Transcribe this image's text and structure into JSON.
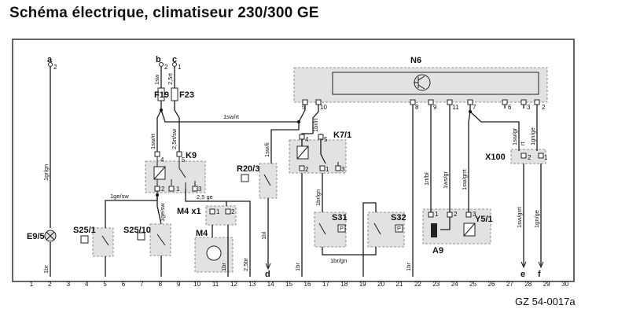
{
  "title": "Schéma électrique, climatiseur 230/300 GE",
  "document_ref": "GZ 54-0017a",
  "terminals": {
    "a": "a",
    "b": "b",
    "c": "c",
    "d": "d",
    "e": "e",
    "f": "f"
  },
  "components": {
    "N6": "N6",
    "K9": "K9",
    "K7_1": "K7/1",
    "F19": "F19",
    "F23": "F23",
    "R20_3": "R20/3",
    "M4x1": "M4 x1",
    "M4": "M4",
    "S31": "S31",
    "S32": "S32",
    "A9": "A9",
    "Y5_1": "Y5/1",
    "X100": "X100",
    "E9_5": "E9/5",
    "S25_1": "S25/1",
    "S25_10": "S25/10"
  },
  "wire_labels": {
    "w_1gr_gn": "1gr/gn",
    "w_1sw_b": "1sw",
    "w_2_5rt": "2,5rt",
    "w_1sw_rt_top": "1sw/rt",
    "w_1sw_rt_k9": "1sw/rt",
    "w_2_5rt_sw": "2,5rt/sw",
    "w_1sw_li": "1sw/li",
    "w_1br_rt": "1br/rt",
    "w_1ge_sw": "1ge/sw",
    "w_2_5ge": "2,5 ge",
    "w_1br_gn_k7": "1br/gn",
    "w_1br_gn_bottom": "1br/gn",
    "w_1ge_sw_s25": "1ge/sw",
    "w_1rt_bl": "1rt/bl",
    "w_1ws_gr": "1ws/gr",
    "w_1sw_grrt": "1sw/grrt",
    "w_1sw_gr": "1sw/gr",
    "w_rt": "rt",
    "w_1gn_ge": "1gn/ge",
    "w_1sw_grrt_b": "1sw/grrt",
    "w_1gn_ge_b": "1gn/ge",
    "w_1bl": "1bl",
    "w_2_5br": "2,5br",
    "w_1br_m": "1br",
    "w_1br_e9": "1br",
    "w_1br_16": "1br",
    "w_1br_22": "1br"
  },
  "pins": {
    "p_a2": "2",
    "p_b2": "2",
    "p_c1": "1",
    "k9_4": "4",
    "k9_5": "5",
    "k9_1": "1",
    "k9_2": "2",
    "k9_3": "3",
    "k7_4": "4",
    "k7_5": "5",
    "k7_1": "1",
    "k7_2": "2",
    "k7_3": "3",
    "n6_5": "5",
    "n6_10": "10",
    "n6_8": "8",
    "n6_9": "9",
    "n6_11": "11",
    "n6_7": "7",
    "n6_6": "6",
    "n6_3": "3",
    "n6_2": "2",
    "x100_2": "2",
    "x100_1": "1",
    "m4_1": "1",
    "m4_2": "2",
    "a9_1": "1",
    "a9_2": "2",
    "y5_3": "3",
    "p_box": "P"
  },
  "column_numbers": [
    "1",
    "2",
    "3",
    "4",
    "5",
    "6",
    "7",
    "8",
    "9",
    "10",
    "11",
    "12",
    "13",
    "14",
    "15",
    "16",
    "17",
    "18",
    "19",
    "20",
    "21",
    "22",
    "23",
    "24",
    "25",
    "26",
    "27",
    "28",
    "29",
    "30"
  ]
}
